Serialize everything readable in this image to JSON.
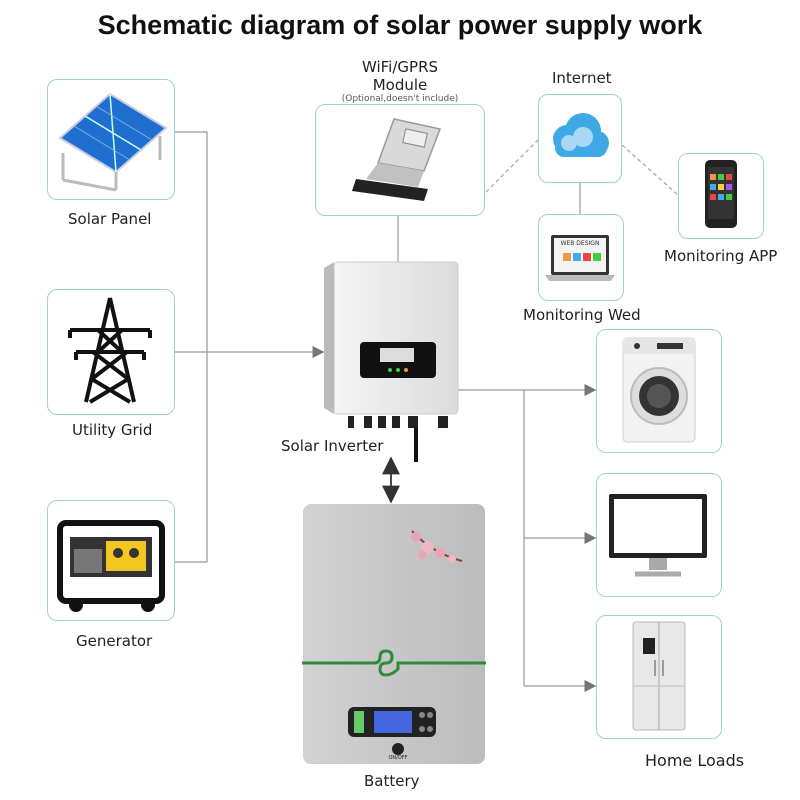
{
  "title": "Schematic diagram of solar power supply work",
  "nodes": {
    "solar_panel": "Solar Panel",
    "utility_grid": "Utility Grid",
    "generator": "Generator",
    "wifi_module": "WiFi/GPRS",
    "wifi_module_line2": "Module",
    "wifi_note": "(Optional,doesn't include)",
    "internet": "Internet",
    "monitoring_app": "Monitoring APP",
    "monitoring_web": "Monitoring Wed",
    "solar_inverter": "Solar Inverter",
    "battery": "Battery",
    "home_loads": "Home Loads"
  },
  "device_text": {
    "web_design": "WEB DESIGN",
    "on_off": "ON/OFF"
  },
  "colors": {
    "box_border": "#9fd3d6",
    "line": "#999999",
    "dashed": "#aaaaaa",
    "panel_blue": "#1f6fd1",
    "battery_gray": "#c9c9c9",
    "battery_stripe": "#2e8b3a",
    "cloud_blue": "#3fa9e6"
  },
  "icons": [
    "solar-panel-icon",
    "transmission-tower-icon",
    "generator-icon",
    "wifi-module-icon",
    "cloud-icon",
    "smartphone-icon",
    "laptop-icon",
    "inverter-icon",
    "battery-icon",
    "washing-machine-icon",
    "monitor-icon",
    "refrigerator-icon"
  ]
}
